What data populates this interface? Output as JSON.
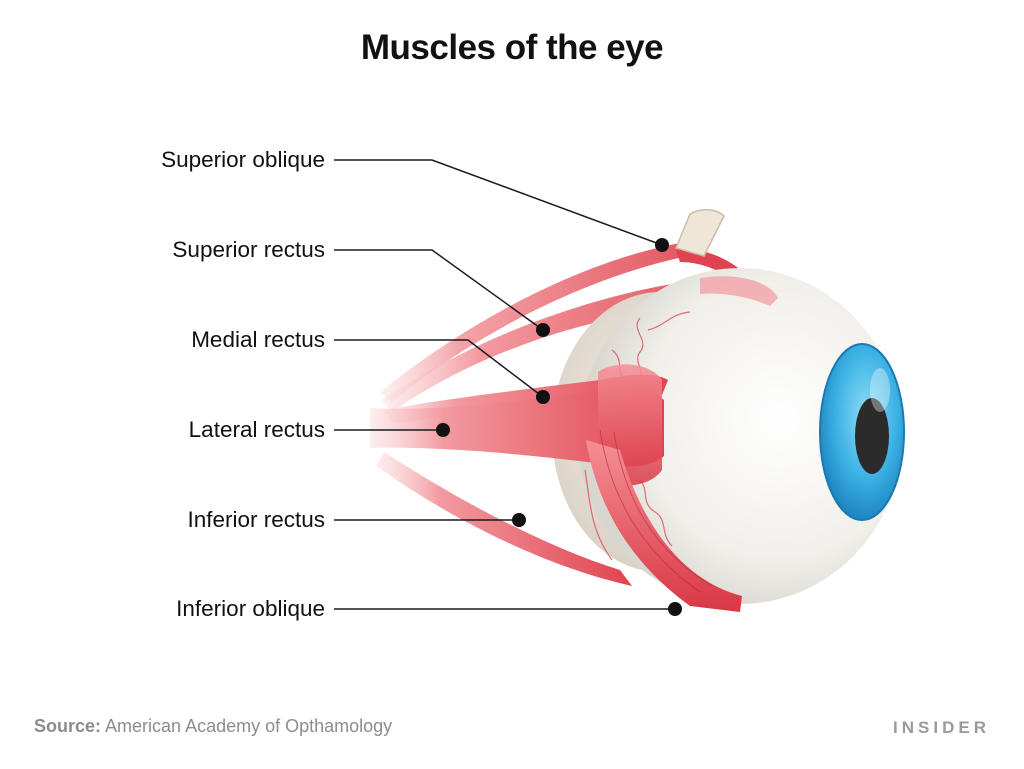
{
  "title": "Muscles of the eye",
  "labels": [
    "Superior oblique",
    "Superior rectus",
    "Medial rectus",
    "Lateral rectus",
    "Inferior rectus",
    "Inferior oblique"
  ],
  "footer": {
    "source_prefix": "Source:",
    "source_text": "American Academy of Opthamology",
    "brand": "INSIDER"
  },
  "colors": {
    "muscle": "#e0434f",
    "muscle_light": "#f5a0a4",
    "iris": "#3fb4e6",
    "pupil": "#2b2b2b",
    "sclera": "#f2f0ec",
    "leader_line": "#1a1a1a"
  }
}
